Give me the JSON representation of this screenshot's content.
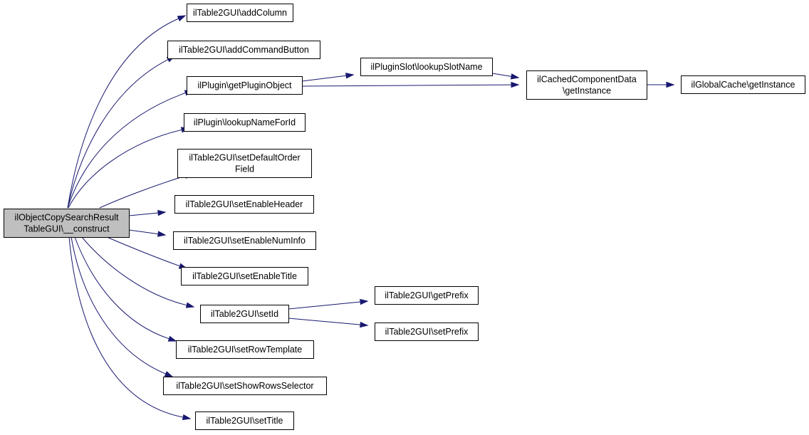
{
  "graph": {
    "nodes": [
      {
        "id": "root",
        "lines": [
          "ilObjectCopySearchResult",
          "TableGUI\\__construct"
        ],
        "highlight": true
      },
      {
        "id": "addColumn",
        "lines": [
          "ilTable2GUI\\addColumn"
        ]
      },
      {
        "id": "addCommandButton",
        "lines": [
          "ilTable2GUI\\addCommandButton"
        ]
      },
      {
        "id": "getPluginObject",
        "lines": [
          "ilPlugin\\getPluginObject"
        ]
      },
      {
        "id": "lookupNameForId",
        "lines": [
          "ilPlugin\\lookupNameForId"
        ]
      },
      {
        "id": "setDefaultOrderField",
        "lines": [
          "ilTable2GUI\\setDefaultOrder",
          "Field"
        ]
      },
      {
        "id": "setEnableHeader",
        "lines": [
          "ilTable2GUI\\setEnableHeader"
        ]
      },
      {
        "id": "setEnableNumInfo",
        "lines": [
          "ilTable2GUI\\setEnableNumInfo"
        ]
      },
      {
        "id": "setEnableTitle",
        "lines": [
          "ilTable2GUI\\setEnableTitle"
        ]
      },
      {
        "id": "setId",
        "lines": [
          "ilTable2GUI\\setId"
        ]
      },
      {
        "id": "setRowTemplate",
        "lines": [
          "ilTable2GUI\\setRowTemplate"
        ]
      },
      {
        "id": "setShowRowsSelector",
        "lines": [
          "ilTable2GUI\\setShowRowsSelector"
        ]
      },
      {
        "id": "setTitle",
        "lines": [
          "ilTable2GUI\\setTitle"
        ]
      },
      {
        "id": "lookupSlotName",
        "lines": [
          "ilPluginSlot\\lookupSlotName"
        ]
      },
      {
        "id": "cachedGetInstance",
        "lines": [
          "ilCachedComponentData",
          "\\getInstance"
        ]
      },
      {
        "id": "globalCacheGetInstance",
        "lines": [
          "ilGlobalCache\\getInstance"
        ]
      },
      {
        "id": "getPrefix",
        "lines": [
          "ilTable2GUI\\getPrefix"
        ]
      },
      {
        "id": "setPrefix",
        "lines": [
          "ilTable2GUI\\setPrefix"
        ]
      }
    ],
    "edges": [
      {
        "from": "root",
        "to": "addColumn"
      },
      {
        "from": "root",
        "to": "addCommandButton"
      },
      {
        "from": "root",
        "to": "getPluginObject"
      },
      {
        "from": "root",
        "to": "lookupNameForId"
      },
      {
        "from": "root",
        "to": "setDefaultOrderField"
      },
      {
        "from": "root",
        "to": "setEnableHeader"
      },
      {
        "from": "root",
        "to": "setEnableNumInfo"
      },
      {
        "from": "root",
        "to": "setEnableTitle"
      },
      {
        "from": "root",
        "to": "setId"
      },
      {
        "from": "root",
        "to": "setRowTemplate"
      },
      {
        "from": "root",
        "to": "setShowRowsSelector"
      },
      {
        "from": "root",
        "to": "setTitle"
      },
      {
        "from": "getPluginObject",
        "to": "lookupSlotName"
      },
      {
        "from": "getPluginObject",
        "to": "cachedGetInstance"
      },
      {
        "from": "lookupSlotName",
        "to": "cachedGetInstance"
      },
      {
        "from": "cachedGetInstance",
        "to": "globalCacheGetInstance"
      },
      {
        "from": "setId",
        "to": "getPrefix"
      },
      {
        "from": "setId",
        "to": "setPrefix"
      }
    ]
  }
}
